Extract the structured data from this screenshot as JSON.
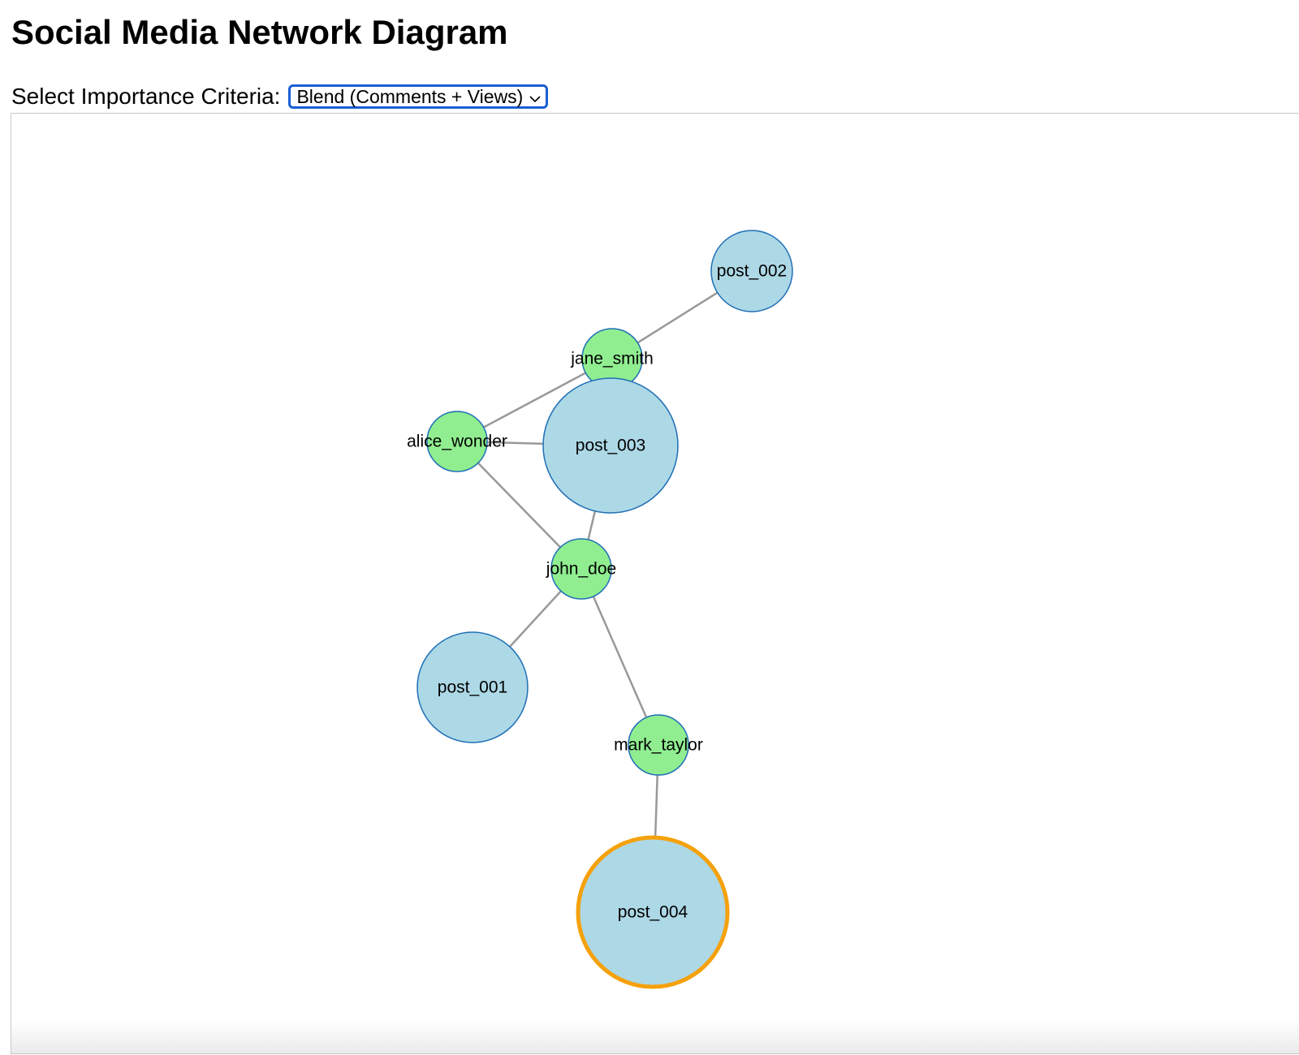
{
  "page": {
    "title": "Social Media Network Diagram"
  },
  "controls": {
    "criteria_label": "Select Importance Criteria:",
    "criteria_selected": "Blend (Comments + Views)"
  },
  "colors": {
    "user_node_fill": "#90ee90",
    "post_node_fill": "#add8e6",
    "node_stroke": "#1f6fb5",
    "highlight_stroke": "#f5a10c",
    "link_stroke": "#999999",
    "select_border": "#1a5fd6"
  },
  "network": {
    "nodes": [
      {
        "id": "post_002",
        "type": "post",
        "highlighted": false
      },
      {
        "id": "jane_smith",
        "type": "user",
        "highlighted": false
      },
      {
        "id": "alice_wonder",
        "type": "user",
        "highlighted": false
      },
      {
        "id": "post_003",
        "type": "post",
        "highlighted": false
      },
      {
        "id": "john_doe",
        "type": "user",
        "highlighted": false
      },
      {
        "id": "post_001",
        "type": "post",
        "highlighted": false
      },
      {
        "id": "mark_taylor",
        "type": "user",
        "highlighted": false
      },
      {
        "id": "post_004",
        "type": "post",
        "highlighted": true
      }
    ],
    "links": [
      {
        "source": "jane_smith",
        "target": "post_002"
      },
      {
        "source": "jane_smith",
        "target": "alice_wonder"
      },
      {
        "source": "jane_smith",
        "target": "post_003"
      },
      {
        "source": "alice_wonder",
        "target": "post_003"
      },
      {
        "source": "alice_wonder",
        "target": "john_doe"
      },
      {
        "source": "john_doe",
        "target": "post_003"
      },
      {
        "source": "john_doe",
        "target": "post_001"
      },
      {
        "source": "john_doe",
        "target": "mark_taylor"
      },
      {
        "source": "mark_taylor",
        "target": "post_004"
      }
    ]
  }
}
